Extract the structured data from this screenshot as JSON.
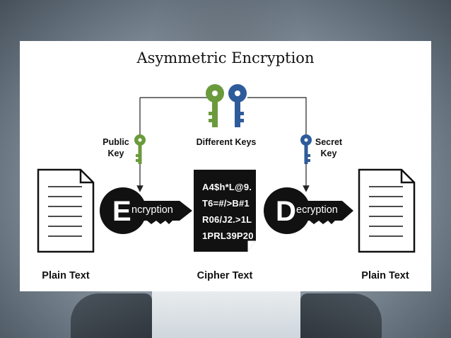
{
  "diagram": {
    "title": "Asymmetric Encryption",
    "public_key_label": [
      "Public",
      "Key"
    ],
    "different_keys_label": "Different Keys",
    "secret_key_label": [
      "Secret",
      "Key"
    ],
    "encryption": {
      "letter": "E",
      "rest": "ncryption"
    },
    "decryption": {
      "letter": "D",
      "rest": "ecryption"
    },
    "cipher_lines": [
      "A4$h*L@9.",
      "T6=#/>B#1",
      "R06/J2.>1L",
      "1PRL39P20"
    ],
    "plain_text_left": "Plain Text",
    "cipher_text": "Cipher Text",
    "plain_text_right": "Plain Text"
  },
  "colors": {
    "public_key_green": "#6b9a3c",
    "secret_key_blue": "#2e5b9a",
    "pill_black": "#111111"
  },
  "icons": [
    "key-icon",
    "document-icon"
  ]
}
